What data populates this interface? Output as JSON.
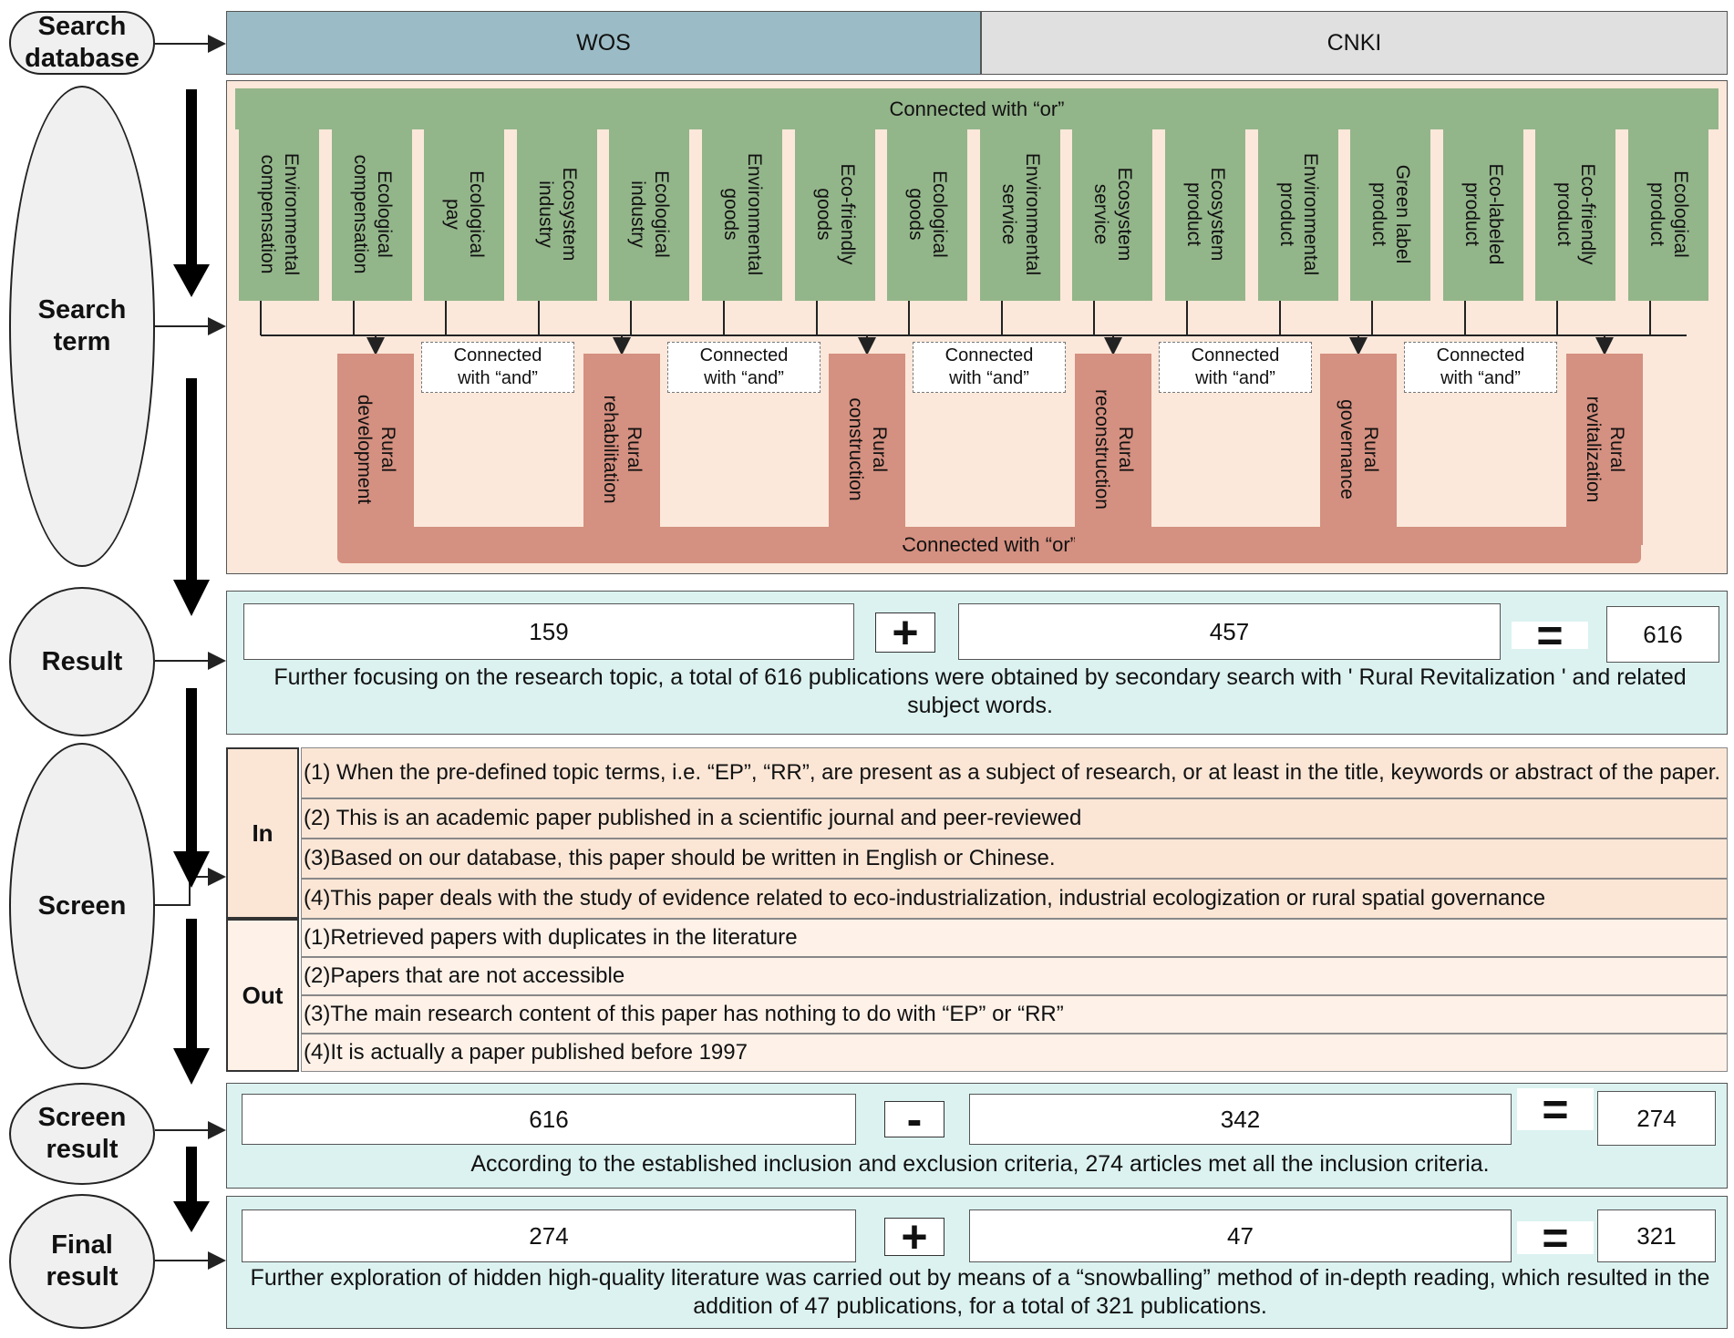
{
  "stages": {
    "search_database": "Search\ndatabase",
    "search_term": "Search\nterm",
    "result": "Result",
    "screen": "Screen",
    "screen_result": "Screen\nresult",
    "final_result": "Final\nresult"
  },
  "databases": {
    "wos": "WOS",
    "cnki": "CNKI"
  },
  "colors": {
    "wos": "#9bbcc6",
    "cnki": "#e0e0e0",
    "green_terms": "#93b58a",
    "rural_terms": "#d49080",
    "term_panel": "#fbe8da",
    "result_panel": "#dbf2f0"
  },
  "search_terms": {
    "green_connector": "Connected with “or”",
    "green_terms": [
      "Environmental\ncompensation",
      "Ecological\ncompensation",
      "Ecological\npay",
      "Ecosystem\nindustry",
      "Ecological\nindustry",
      "Environmental\ngoods",
      "Eco-friendly\ngoods",
      "Ecological\ngoods",
      "Environmental\nservice",
      "Ecosystem\nservice",
      "Ecosystem\nproduct",
      "Environmental\nproduct",
      "Green label\nproduct",
      "Eco-labeled\nproduct",
      "Eco-friendly\nproduct",
      "Ecological\nproduct"
    ],
    "and_connectors": [
      "Connected\nwith “and”",
      "Connected\nwith “and”",
      "Connected\nwith “and”",
      "Connected\nwith “and”",
      "Connected\nwith “and”"
    ],
    "rural_terms": [
      "Rural\ndevelopment",
      "Rural\nrehabilitation",
      "Rural\nconstruction",
      "Rural\nreconstruction",
      "Rural\ngovernance",
      "Rural\nrevitalization"
    ],
    "rural_connector": "Connected with “or”"
  },
  "result": {
    "left": "159",
    "op": "+",
    "right": "457",
    "eq": "=",
    "total": "616",
    "note": "Further focusing on the research topic, a total of 616 publications were obtained by secondary search with ' Rural Revitalization ' and related subject words."
  },
  "screen": {
    "in_label": "In",
    "out_label": "Out",
    "in_criteria": [
      "(1) When the pre-defined topic terms, i.e. “EP”, “RR”, are present as a subject of research, or at least in the title, keywords or abstract of the paper.",
      "(2) This is an academic paper published in a scientific journal and peer-reviewed",
      "(3)Based on our database, this paper should be written in English or Chinese.",
      "(4)This paper deals with the study of evidence related to eco-industrialization, industrial ecologization or rural spatial governance"
    ],
    "out_criteria": [
      "(1)Retrieved papers with duplicates in the literature",
      "(2)Papers that are not accessible",
      "(3)The main research content of this paper has nothing to do with “EP” or “RR”",
      "(4)It is actually a paper published before 1997"
    ]
  },
  "screen_result": {
    "left": "616",
    "op": "-",
    "right": "342",
    "eq": "=",
    "total": "274",
    "note": "According to the established inclusion and exclusion criteria, 274 articles met all the inclusion criteria."
  },
  "final_result": {
    "left": "274",
    "op": "+",
    "right": "47",
    "eq": "=",
    "total": "321",
    "note": "Further exploration of hidden high-quality literature was carried out by means of a “snowballing” method of in-depth reading, which resulted in the addition of 47 publications, for a total of 321 publications."
  }
}
